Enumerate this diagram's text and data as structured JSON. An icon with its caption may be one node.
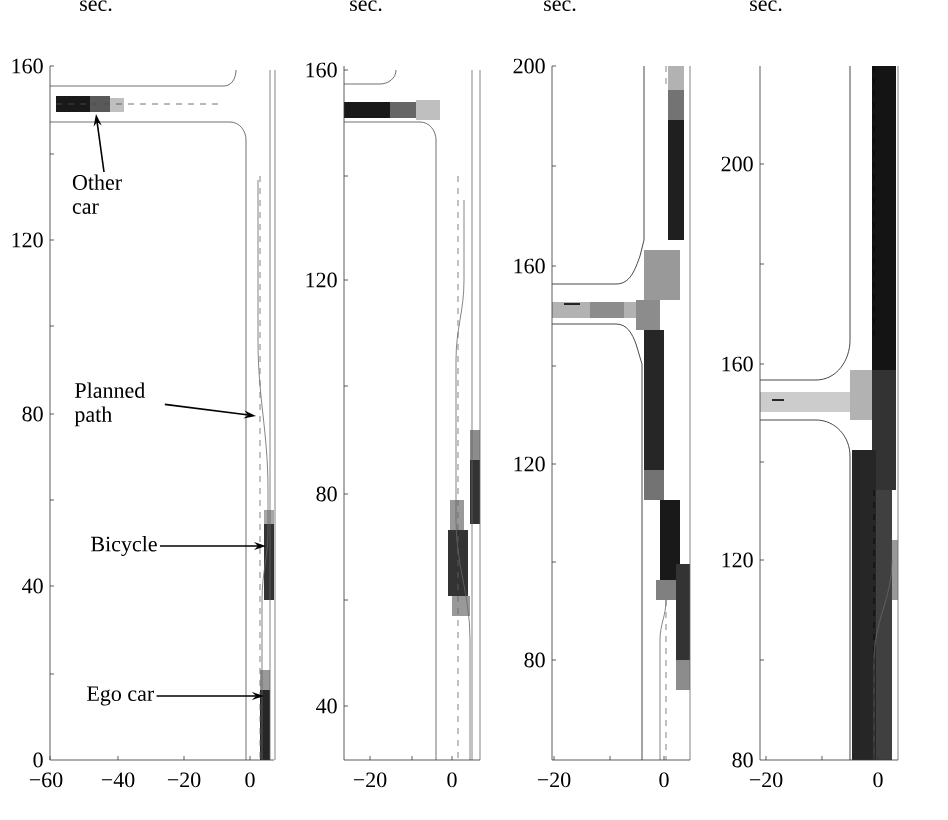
{
  "diagram": {
    "nodes": [
      {
        "text": [
          "Other car"
        ]
      },
      {
        "text": [
          "Planned path"
        ]
      },
      {
        "text": [
          "Bicycle"
        ]
      },
      {
        "text": [
          "Ego car"
        ]
      }
    ],
    "edges": [
      {
        "from": 0,
        "to": null,
        "arrow": "to"
      },
      {
        "from": 1,
        "to": null,
        "arrow": "to"
      },
      {
        "from": 2,
        "to": null,
        "arrow": "to"
      },
      {
        "from": 3,
        "to": null,
        "arrow": "to"
      }
    ],
    "labels": [
      "sec.",
      "sec.",
      "sec.",
      "sec.",
      "160",
      "120",
      "80",
      "40",
      "0",
      "−60",
      "−40",
      "−20",
      "0",
      "160",
      "120",
      "80",
      "40",
      "−20",
      "0",
      "200",
      "160",
      "120",
      "80",
      "−20",
      "0",
      "200",
      "160",
      "120",
      "80",
      "−20",
      "0"
    ]
  }
}
